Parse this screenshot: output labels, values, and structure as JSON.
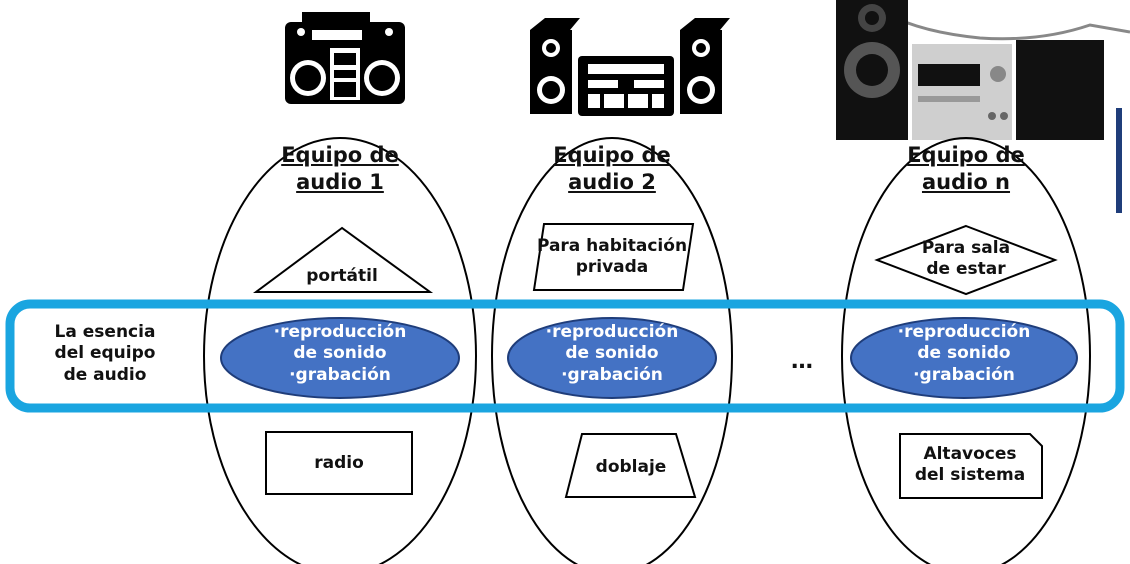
{
  "side_label": "La esencia\ndel equipo\nde audio",
  "ellipsis": "…",
  "columns": [
    {
      "title": "Equipo de\naudio 1",
      "top_shape_text": "portátil",
      "core_text": "·reproducción\nde sonido\n·grabación",
      "bottom_shape_text": "radio"
    },
    {
      "title": "Equipo de\naudio 2",
      "top_shape_text": "Para habitación\nprivada",
      "core_text": "·reproducción\nde sonido\n·grabación",
      "bottom_shape_text": "doblaje"
    },
    {
      "title": "Equipo de\naudio n",
      "top_shape_text": "Para sala\nde estar",
      "core_text": "·reproducción\nde sonido\n·grabación",
      "bottom_shape_text": "Altavoces\ndel sistema"
    }
  ],
  "colors": {
    "highlight_band": "#1aa5e0",
    "core_fill": "#4472c4",
    "core_stroke": "#1f3d7a",
    "outline": "#000000",
    "side_bar": "#1f3d7a"
  },
  "icons": [
    "boombox-icon",
    "stereo-system-icon",
    "home-audio-system-icon"
  ]
}
